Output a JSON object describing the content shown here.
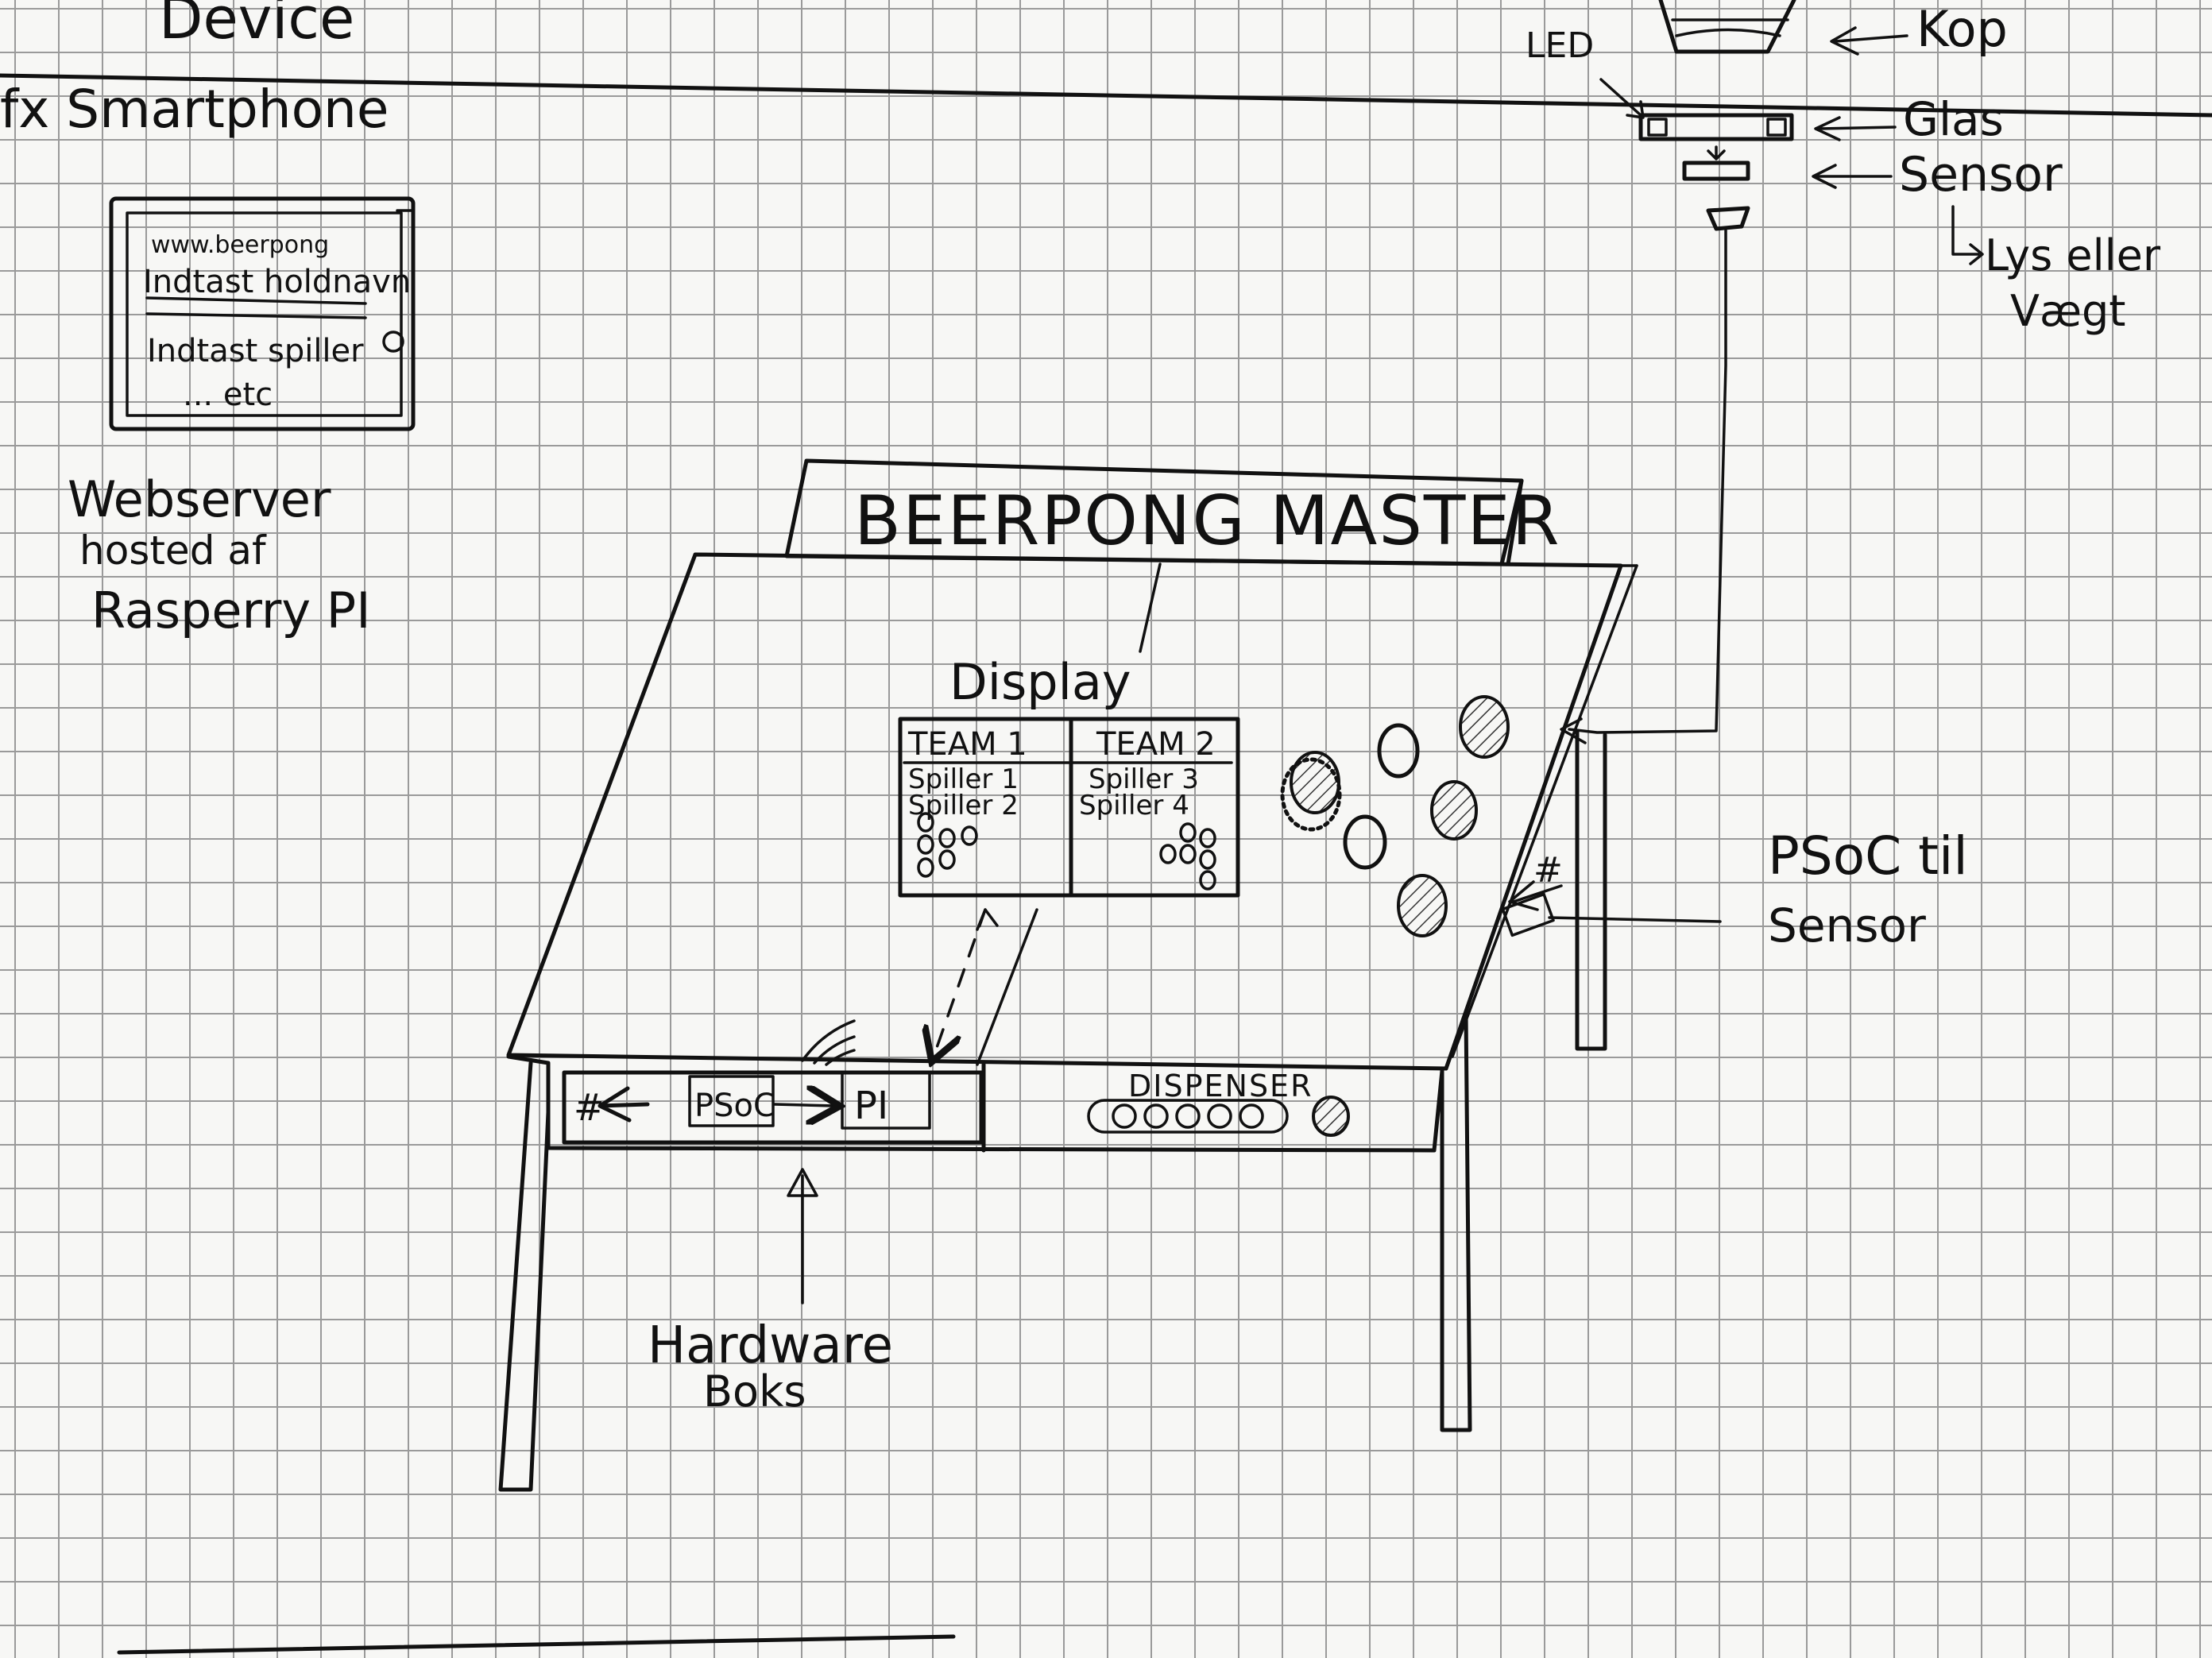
{
  "device": {
    "title": "Device",
    "subtitle": "fx Smartphone",
    "screen": {
      "url": "www.beerpong",
      "field1": "Indtast holdnavn",
      "field2": "Indtast spiller",
      "more": "... etc"
    }
  },
  "webserver": {
    "line1": "Webserver",
    "line2": "hosted af",
    "line3": "Rasperry PI"
  },
  "banner": {
    "title": "BEERPONG MASTER"
  },
  "display": {
    "label": "Display",
    "team1": {
      "name": "TEAM 1",
      "player_a": "Spiller 1",
      "player_b": "Spiller 2"
    },
    "team2": {
      "name": "TEAM 2",
      "player_a": "Spiller 3",
      "player_b": "Spiller 4"
    }
  },
  "hardware_box": {
    "hash": "#",
    "psoc": "PSoC",
    "pi": "PI",
    "dispenser": "DISPENSER",
    "label_line1": "Hardware",
    "label_line2": "Boks"
  },
  "cup_detail": {
    "led": "LED",
    "kop": "Kop",
    "glas": "Glas",
    "sensor": "Sensor",
    "sensor_type_line1": "Lys eller",
    "sensor_type_line2": "Vægt"
  },
  "psoc_sensor": {
    "hash": "#",
    "line1": "PSoC til",
    "line2": "Sensor"
  }
}
